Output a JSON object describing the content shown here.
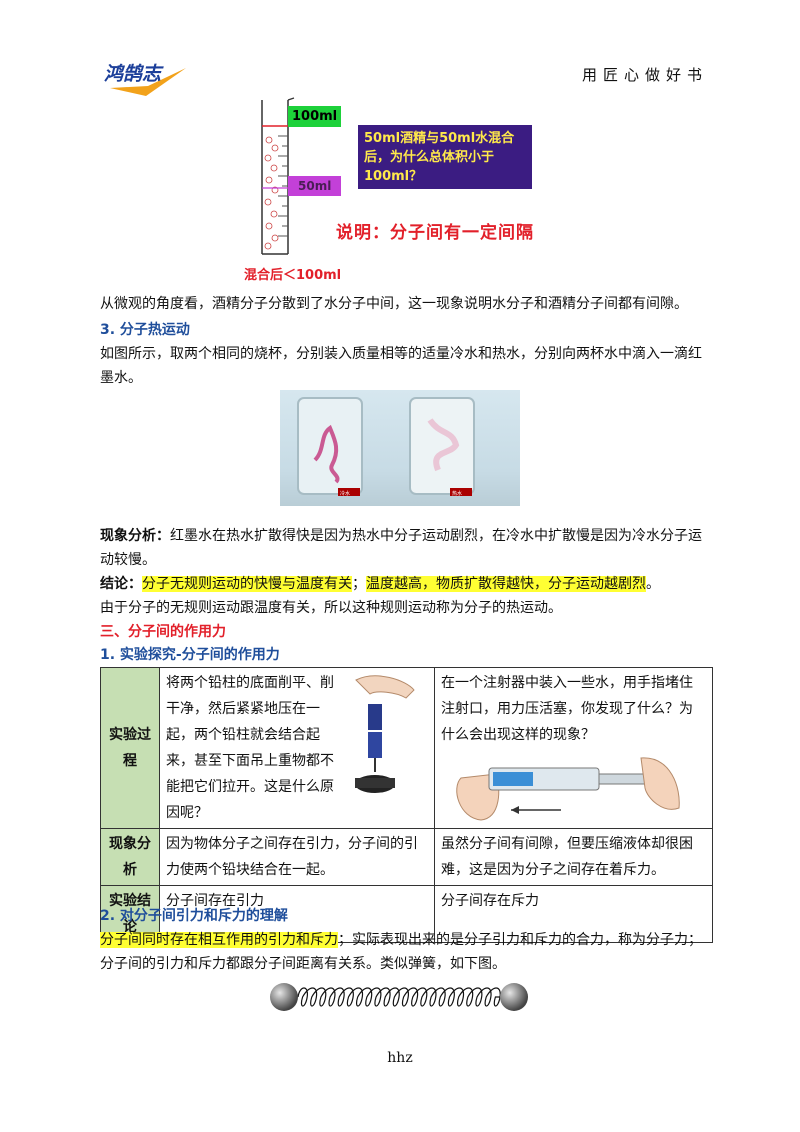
{
  "header": {
    "logo_text": "鸿鹄志",
    "motto": "用匠心做好书"
  },
  "figure1": {
    "label_100": "100ml",
    "label_50": "50ml",
    "question": "50ml酒精与50ml水混合后，为什么总体积小于100ml？",
    "explanation": "说明：分子间有一定间隔",
    "mix_result": "混合后＜100ml"
  },
  "p1": "从微观的角度看，酒精分子分散到了水分子中间，这一现象说明水分子和酒精分子间都有间隙。",
  "sec3_title": "3. 分子热运动",
  "p2": "如图所示，取两个相同的烧杯，分别装入质量相等的适量冷水和热水，分别向两杯水中滴入一滴红墨水。",
  "photo": {
    "cold_label": "冷水",
    "hot_label": "热水"
  },
  "analysis": {
    "label": "现象分析：",
    "text": "红墨水在热水扩散得快是因为热水中分子运动剧烈，在冷水中扩散慢是因为冷水分子运动较慢。"
  },
  "conclusion": {
    "label": "结论：",
    "hl1": "分子无规则运动的快慢与温度有关",
    "sep": "；",
    "hl2": "温度越高，物质扩散得越快，分子运动越剧烈",
    "end": "。"
  },
  "p3": "由于分子的无规则运动跟温度有关，所以这种规则运动称为分子的热运动。",
  "part3_title": "三、分子间的作用力",
  "sub1_title": "1. 实验探究-分子间的作用力",
  "table": {
    "row1_head": "实验过程",
    "row1_left": "将两个铅柱的底面削平、削干净，然后紧紧地压在一起，两个铅柱就会结合起来，甚至下面吊上重物都不能把它们拉开。这是什么原因呢？",
    "row1_right": "在一个注射器中装入一些水，用手指堵住注射口，用力压活塞，你发现了什么？为什么会出现这样的现象？",
    "row2_head": "现象分析",
    "row2_left": "因为物体分子之间存在引力，分子间的引力使两个铅块结合在一起。",
    "row2_right": "虽然分子间有间隙，但要压缩液体却很困难，这是因为分子之间存在着斥力。",
    "row3_head": "实验结论",
    "row3_left": "分子间存在引力",
    "row3_right": "分子间存在斥力"
  },
  "sub2_title": "2. 对分子间引力和斥力的理解",
  "p4": {
    "hl": "分子间同时存在相互作用的引力和斥力",
    "rest": "；实际表现出来的是分子引力和斥力的合力，称为分子力；分子间的引力和斥力都跟分子间距离有关系。类似弹簧，如下图。"
  },
  "footer": "hhz",
  "colors": {
    "highlight": "#ffff33",
    "heading_blue": "#1f4e9b",
    "heading_red": "#e2202a",
    "table_head_bg": "#c6dfb3"
  }
}
